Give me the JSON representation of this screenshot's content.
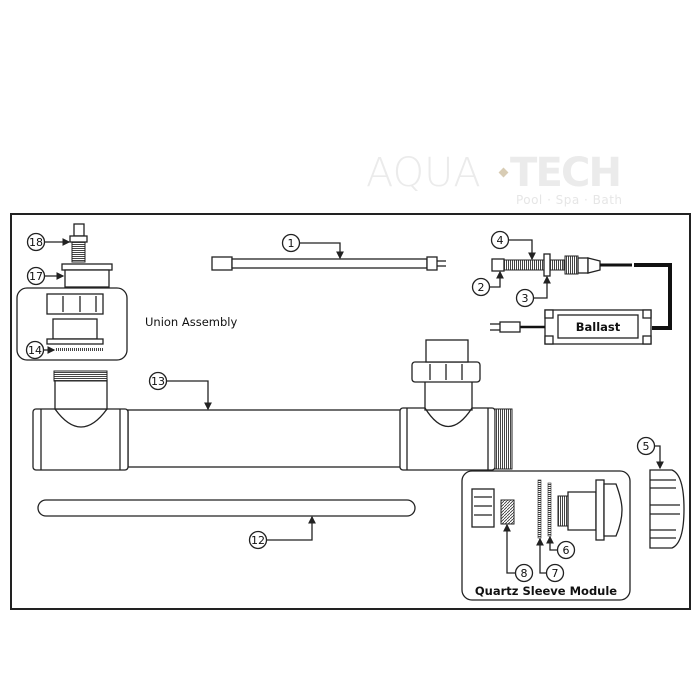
{
  "logo": {
    "brand_left": "AQUA",
    "brand_right": "TECH",
    "tagline": "Pool · Spa · Bath",
    "accent_color": "#d8ccb4",
    "text_color": "#ebebeb"
  },
  "labels": {
    "union_assembly": "Union Assembly",
    "ballast": "Ballast",
    "quartz_sleeve_module": "Quartz Sleeve Module"
  },
  "callouts": {
    "c1": "1",
    "c2": "2",
    "c3": "3",
    "c4": "4",
    "c5": "5",
    "c6": "6",
    "c7": "7",
    "c8": "8",
    "c12": "12",
    "c13": "13",
    "c14": "14",
    "c17": "17",
    "c18": "18"
  }
}
